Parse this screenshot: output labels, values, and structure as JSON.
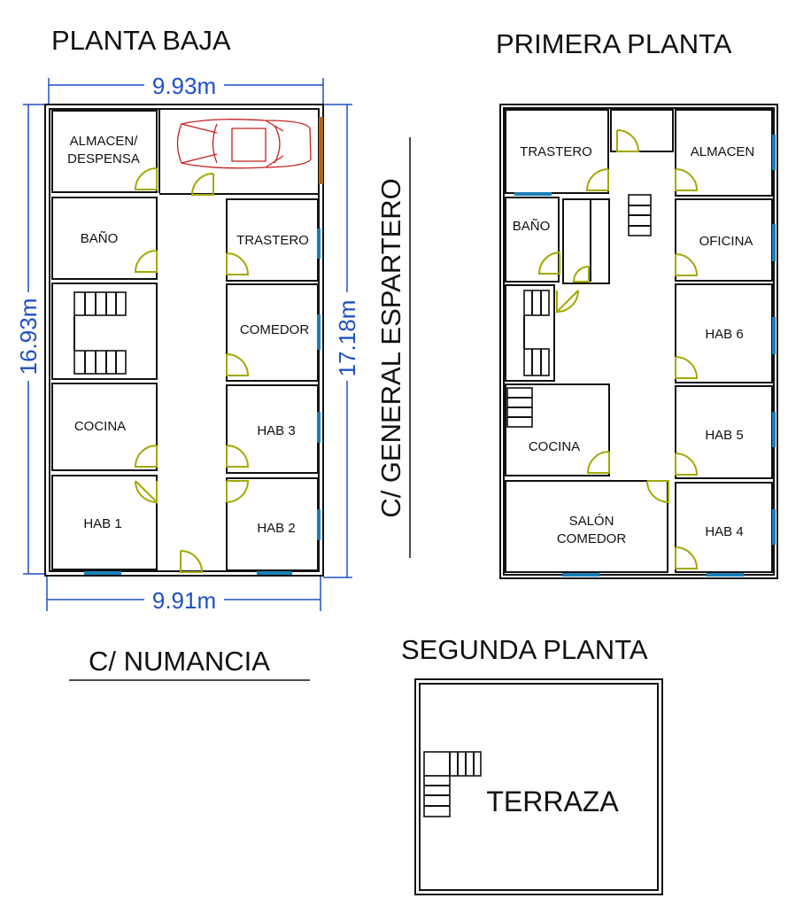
{
  "titles": {
    "ground": "PLANTA BAJA",
    "first": "PRIMERA PLANTA",
    "second": "SEGUNDA PLANTA"
  },
  "streets": {
    "bottom": "C/ NUMANCIA",
    "side": "C/ GENERAL ESPARTERO"
  },
  "dimensions": {
    "top": "9.93m",
    "bottom": "9.91m",
    "left": "16.93m",
    "right": "17.18m"
  },
  "ground_floor": {
    "rooms": [
      "ALMACEN/",
      "DESPENSA",
      "BAÑO",
      "TRASTERO",
      "COMEDOR",
      "COCINA",
      "HAB 3",
      "HAB 1",
      "HAB 2"
    ]
  },
  "first_floor": {
    "rooms": [
      "TRASTERO",
      "ALMACEN",
      "BAÑO",
      "OFICINA",
      "HAB 6",
      "COCINA",
      "HAB 5",
      "SALÓN",
      "COMEDOR",
      "HAB 4"
    ]
  },
  "second_floor": {
    "rooms": [
      "TERRAZA"
    ]
  },
  "colors": {
    "dimension": "#1f4fc9",
    "door": "#a3a800",
    "window": "#1a7fb8",
    "car": "#c81e1e",
    "garage_door": "#b0651e"
  }
}
